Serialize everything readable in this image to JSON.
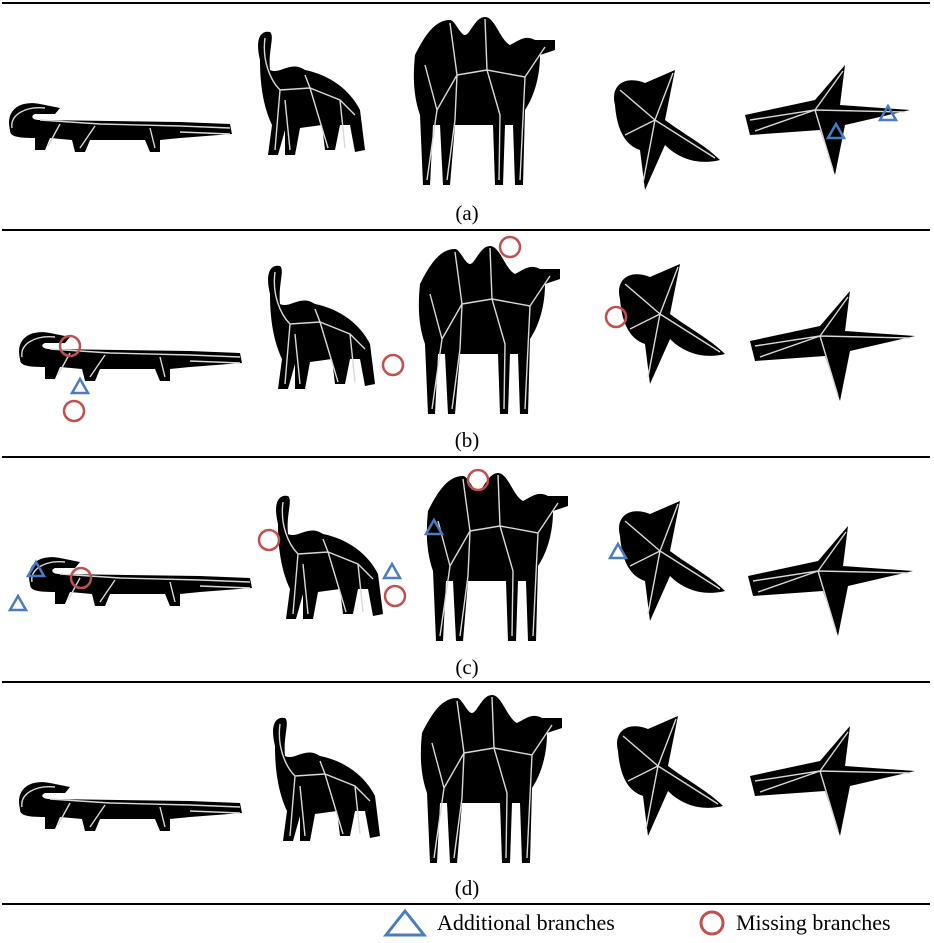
{
  "panels": [
    {
      "label": "(a)"
    },
    {
      "label": "(b)"
    },
    {
      "label": "(c)"
    },
    {
      "label": "(d)"
    }
  ],
  "legend": {
    "additional": {
      "label": "Additional branches",
      "color": "#4a7cc0",
      "icon": "triangle-icon"
    },
    "missing": {
      "label": "Missing branches",
      "color": "#c0504d",
      "icon": "circle-icon"
    }
  },
  "colors": {
    "silhouette": "#000000",
    "skeleton": "#d9d9d9"
  }
}
